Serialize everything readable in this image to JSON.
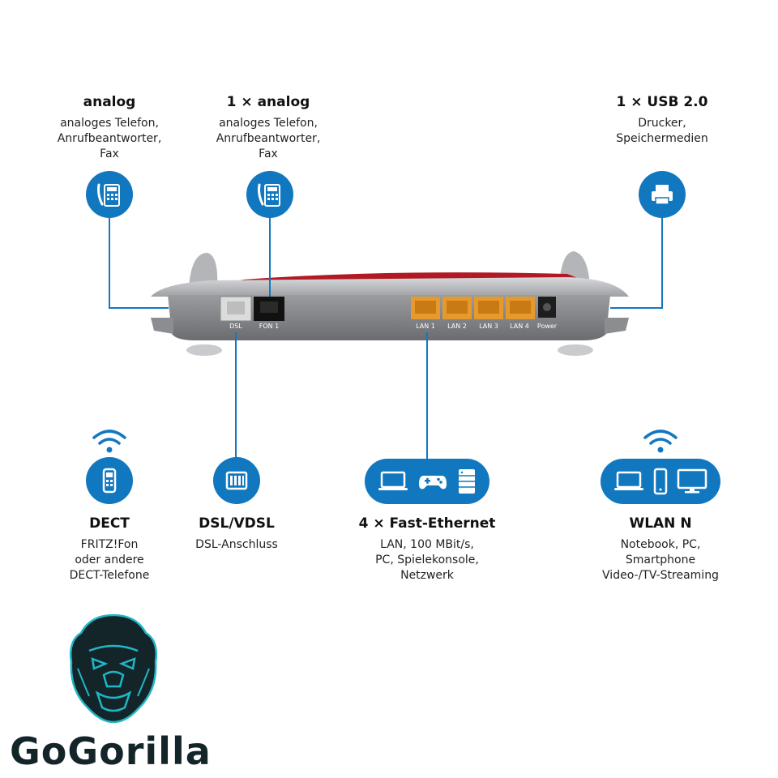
{
  "features": {
    "analog": {
      "title": "analog",
      "lines": [
        "analoges Telefon,",
        "Anrufbeantworter,",
        "Fax"
      ],
      "icon": "phone-icon"
    },
    "analog_1x": {
      "title": "1 × analog",
      "lines": [
        "analoges Telefon,",
        "Anrufbeantworter,",
        "Fax"
      ],
      "icon": "phone-icon"
    },
    "usb": {
      "title": "1 × USB 2.0",
      "lines": [
        "Drucker,",
        "Speichermedien"
      ],
      "icon": "printer-icon"
    },
    "dect": {
      "title": "DECT",
      "lines": [
        "FRITZ!Fon",
        "oder andere",
        "DECT-Telefone"
      ],
      "icon": "cordless-phone-icon"
    },
    "dsl": {
      "title": "DSL/VDSL",
      "lines": [
        "DSL-Anschluss"
      ],
      "icon": "dsl-filter-icon"
    },
    "ethernet": {
      "title": "4 × Fast-Ethernet",
      "lines": [
        "LAN, 100 MBit/s,",
        "PC, Spielekonsole,",
        "Netzwerk"
      ],
      "icons": [
        "laptop-icon",
        "gamepad-icon",
        "server-icon"
      ]
    },
    "wlan": {
      "title": "WLAN N",
      "lines": [
        "Notebook, PC,",
        "Smartphone",
        "Video-/TV-Streaming"
      ],
      "icons": [
        "laptop-icon",
        "smartphone-icon",
        "monitor-icon"
      ]
    }
  },
  "router": {
    "ports": [
      "DSL",
      "FON 1",
      "LAN 1",
      "LAN 2",
      "LAN 3",
      "LAN 4",
      "Power"
    ]
  },
  "brand": {
    "name": "GoGorilla"
  },
  "colors": {
    "accent_blue": "#1178c0",
    "port_orange": "#e79a2c",
    "router_red": "#b11a24",
    "logo_teal": "#1fb7c4"
  }
}
